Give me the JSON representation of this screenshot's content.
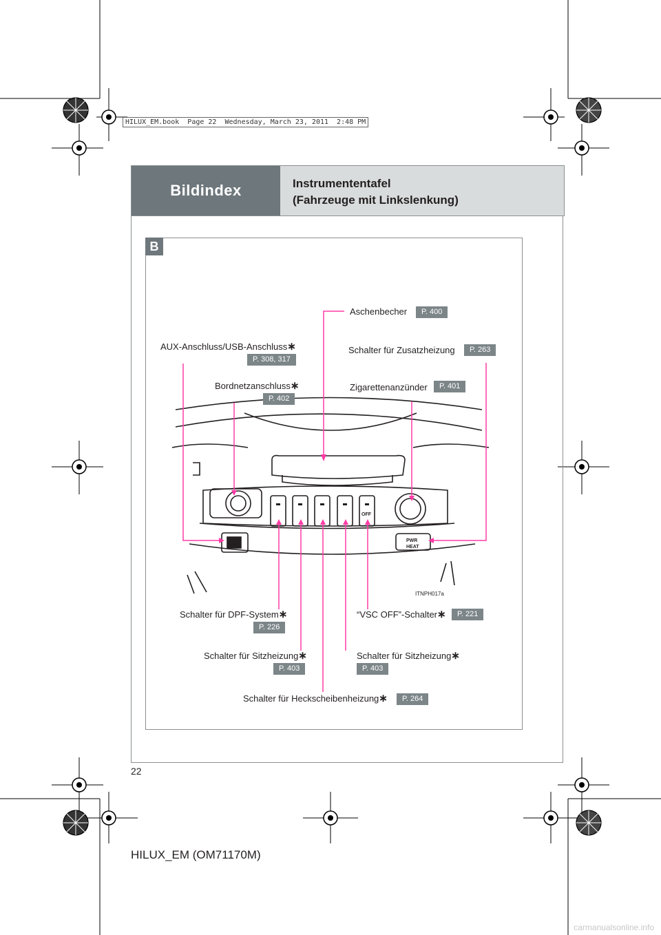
{
  "book_line": "HILUX_EM.book  Page 22  Wednesday, March 23, 2011  2:48 PM",
  "header": {
    "title": "Bildindex",
    "subtitle_line1": "Instrumententafel",
    "subtitle_line2": "(Fahrzeuge mit Linkslenkung)"
  },
  "section": "B",
  "figure_code": "ITNPH017a",
  "callouts": {
    "aschenbecher": {
      "label": "Aschenbecher",
      "page": "P. 400"
    },
    "aux": {
      "label": "AUX-Anschluss/USB-Anschluss",
      "page": "P. 308, 317"
    },
    "zusatzheizung": {
      "label": "Schalter für Zusatzheizung",
      "page": "P. 263"
    },
    "bordnetz": {
      "label": "Bordnetzanschluss",
      "page": "P. 402"
    },
    "zigarette": {
      "label": "Zigarettenanzünder",
      "page": "P. 401"
    },
    "dpf": {
      "label": "Schalter für DPF-System",
      "page": "P. 226"
    },
    "vsc": {
      "label": "“VSC OFF”-Schalter",
      "page": "P. 221"
    },
    "sitz_left": {
      "label": "Schalter für Sitzheizung",
      "page": "P. 403"
    },
    "sitz_right": {
      "label": "Schalter für Sitzheizung",
      "page": "P. 403"
    },
    "heckscheibe": {
      "label": "Schalter für Heckscheibenheizung",
      "page": "P. 264"
    }
  },
  "star": "∗",
  "page_number": "22",
  "footer": "HILUX_EM (OM71170M)",
  "watermark": "carmanualsonline.info",
  "switch_labels": {
    "vsc": "OFF",
    "pwr": "PWR",
    "heat": "HEAT"
  },
  "colors": {
    "header_dark": "#6e777b",
    "header_light": "#d9dcdc",
    "leader": "#ff3ba6"
  }
}
